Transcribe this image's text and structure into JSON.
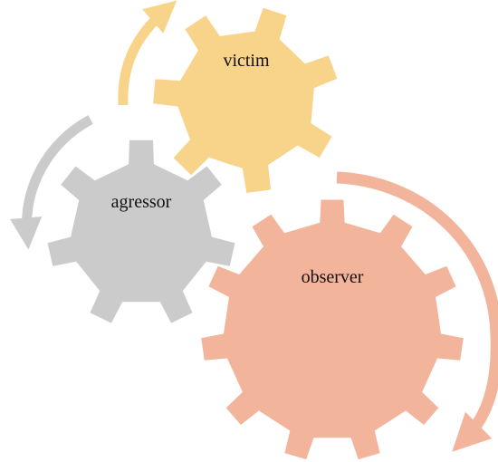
{
  "diagram": {
    "gears": [
      {
        "id": "victim",
        "label": "victim",
        "color": "#F8D38A"
      },
      {
        "id": "agressor",
        "label": "agressor",
        "color": "#CBCBCB"
      },
      {
        "id": "observer",
        "label": "observer",
        "color": "#F3B49C"
      }
    ],
    "arrows": [
      {
        "id": "victim-arrow",
        "color": "#F8D38A"
      },
      {
        "id": "agressor-arrow",
        "color": "#CBCBCB"
      },
      {
        "id": "observer-arrow",
        "color": "#F3B49C"
      }
    ]
  }
}
